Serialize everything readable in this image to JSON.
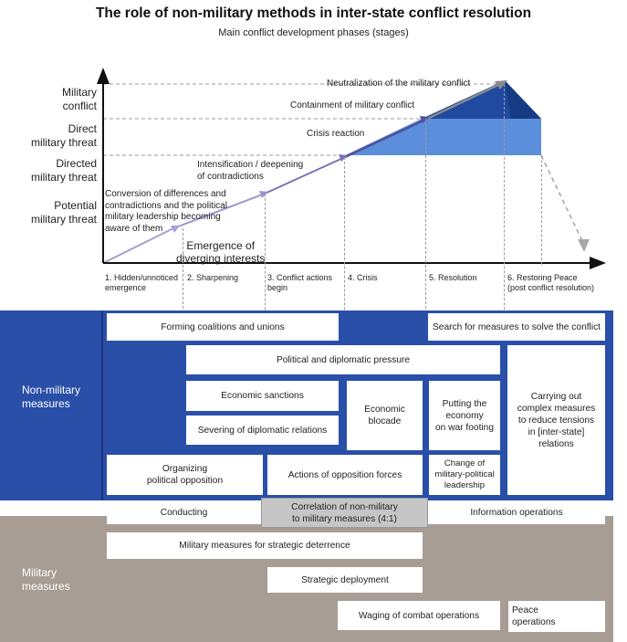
{
  "title": "The role of non-military methods in inter-state conflict resolution",
  "subtitle": "Main conflict development phases (stages)",
  "y_levels": [
    "Military\nconflict",
    "Direct\nmilitary threat",
    "Directed\nmilitary threat",
    "Potential\nmilitary threat"
  ],
  "annotations": {
    "neutralization": "Neutralization of the military conflict",
    "containment": "Containment of military conflict",
    "crisis_reaction": "Crisis reaction",
    "intensification": "Intensification / deepening\nof contradictions",
    "conversion": "Conversion of differences and\ncontradictions and the political\nmilitary leadership becoming\naware of them",
    "emergence": "Emergence of\ndiverging interests"
  },
  "phases": [
    "1. Hidden/unnoticed\nemergence",
    "2. Sharpening",
    "3. Conflict actions\nbegin",
    "4. Crisis",
    "5. Resolution",
    "6. Restoring Peace\n(post conflict resolution)"
  ],
  "sections": {
    "non_military": "Non-military\nmeasures",
    "military": "Military\nmeasures"
  },
  "boxes": {
    "coalitions": "Forming coalitions and unions",
    "search": "Search for measures to solve the conflict",
    "pressure": "Political and diplomatic pressure",
    "sanctions": "Economic sanctions",
    "blocade": "Economic\nblocade",
    "war_footing": "Putting the\neconomy\non war footing",
    "complex": "Carrying out\ncomplex measures\nto reduce tensions\nin [inter-state]\nrelations",
    "severing": "Severing of diplomatic relations",
    "opposition_org": "Organizing\npolitical opposition",
    "opposition_forces": "Actions of opposition forces",
    "leadership_change": "Change of\nmilitary-political\nleadership",
    "conducting": "Conducting",
    "correlation": "Correlation of non-military\nto military measures (4:1)",
    "info_ops": "Information operations",
    "deterrence": "Military measures for strategic deterrence",
    "deployment": "Strategic deployment",
    "combat": "Waging of combat operations",
    "peace_ops": "Peace\noperations"
  },
  "colors": {
    "blue": "#2a4fa8",
    "dark_blue": "#1f4aa0",
    "light_blue": "#5b8fdc",
    "taupe": "#a79d94",
    "arrow_purple": "#7264a8",
    "gray_box": "#c6c6c6"
  }
}
